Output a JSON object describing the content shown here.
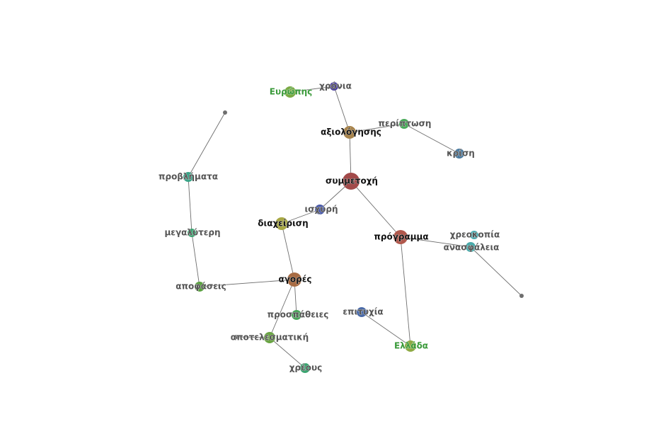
{
  "graph": {
    "nodes": [
      {
        "id": "symmetochi",
        "label": "συμμετοχή",
        "color": "#a24a4a",
        "role": "major"
      },
      {
        "id": "axiologisis",
        "label": "αξιολόγησης",
        "color": "#a8844c",
        "role": "major"
      },
      {
        "id": "programma",
        "label": "πρόγραμμα",
        "color": "#b0584c",
        "role": "major"
      },
      {
        "id": "agores",
        "label": "αγορές",
        "color": "#a86c44",
        "role": "major"
      },
      {
        "id": "diacheirisi",
        "label": "διαχείριση",
        "color": "#a8a844",
        "role": "major"
      },
      {
        "id": "xronia",
        "label": "χρόνια",
        "color": "#4a3f9a",
        "role": "minor"
      },
      {
        "id": "evropis",
        "label": "Ευρώπης",
        "color": "#7aaa44",
        "role": "green"
      },
      {
        "id": "peripitosi",
        "label": "περίπτωση",
        "color": "#4aaa5a",
        "role": "minor"
      },
      {
        "id": "krisi",
        "label": "κρίση",
        "color": "#4a7aa0",
        "role": "minor"
      },
      {
        "id": "ischyri",
        "label": "ισχυρή",
        "color": "#4a5aa8",
        "role": "minor"
      },
      {
        "id": "chreokopia",
        "label": "χρεοκοπία",
        "color": "#4aaab0",
        "role": "minor"
      },
      {
        "id": "anasfaleia",
        "label": "ανασφάλεια",
        "color": "#4aaaaa",
        "role": "minor"
      },
      {
        "id": "ellada",
        "label": "Ελλάδα",
        "color": "#8eaa44",
        "role": "green"
      },
      {
        "id": "epitychia",
        "label": "επιτυχία",
        "color": "#4a6aa8",
        "role": "minor"
      },
      {
        "id": "provlimata",
        "label": "προβλήματα",
        "color": "#3aa488",
        "role": "minor"
      },
      {
        "id": "megalyteri",
        "label": "μεγαλύτερη",
        "color": "#3aa470",
        "role": "minor"
      },
      {
        "id": "apofaseis",
        "label": "αποφάσεις",
        "color": "#5aa040",
        "role": "minor"
      },
      {
        "id": "prospatheies",
        "label": "προσπάθειες",
        "color": "#4aa45a",
        "role": "minor"
      },
      {
        "id": "apotelesmatiki",
        "label": "αποτελεσματική",
        "color": "#6aa444",
        "role": "minor"
      },
      {
        "id": "chreous",
        "label": "χρέους",
        "color": "#3aa470",
        "role": "minor"
      },
      {
        "id": "dot1",
        "label": "",
        "color": "#6e6e6e",
        "role": "dot"
      },
      {
        "id": "dot2",
        "label": "",
        "color": "#6e6e6e",
        "role": "dot"
      },
      {
        "id": "dot3",
        "label": "",
        "color": "#6e6e6e",
        "role": "dot"
      }
    ],
    "edges": [
      [
        "symmetochi",
        "axiologisis"
      ],
      [
        "symmetochi",
        "ischyri"
      ],
      [
        "symmetochi",
        "programma"
      ],
      [
        "axiologisis",
        "xronia"
      ],
      [
        "xronia",
        "evropis"
      ],
      [
        "axiologisis",
        "peripitosi"
      ],
      [
        "peripitosi",
        "krisi"
      ],
      [
        "ischyri",
        "diacheirisi"
      ],
      [
        "diacheirisi",
        "agores"
      ],
      [
        "programma",
        "anasfaleia"
      ],
      [
        "programma",
        "ellada"
      ],
      [
        "ellada",
        "epitychia"
      ],
      [
        "anasfaleia",
        "dot3"
      ],
      [
        "agores",
        "apofaseis"
      ],
      [
        "agores",
        "prospatheies"
      ],
      [
        "agores",
        "apotelesmatiki"
      ],
      [
        "apotelesmatiki",
        "chreous"
      ],
      [
        "apotelesmatiki",
        "dot2"
      ],
      [
        "apofaseis",
        "megalyteri"
      ],
      [
        "megalyteri",
        "provlimata"
      ],
      [
        "provlimata",
        "dot1"
      ]
    ]
  }
}
